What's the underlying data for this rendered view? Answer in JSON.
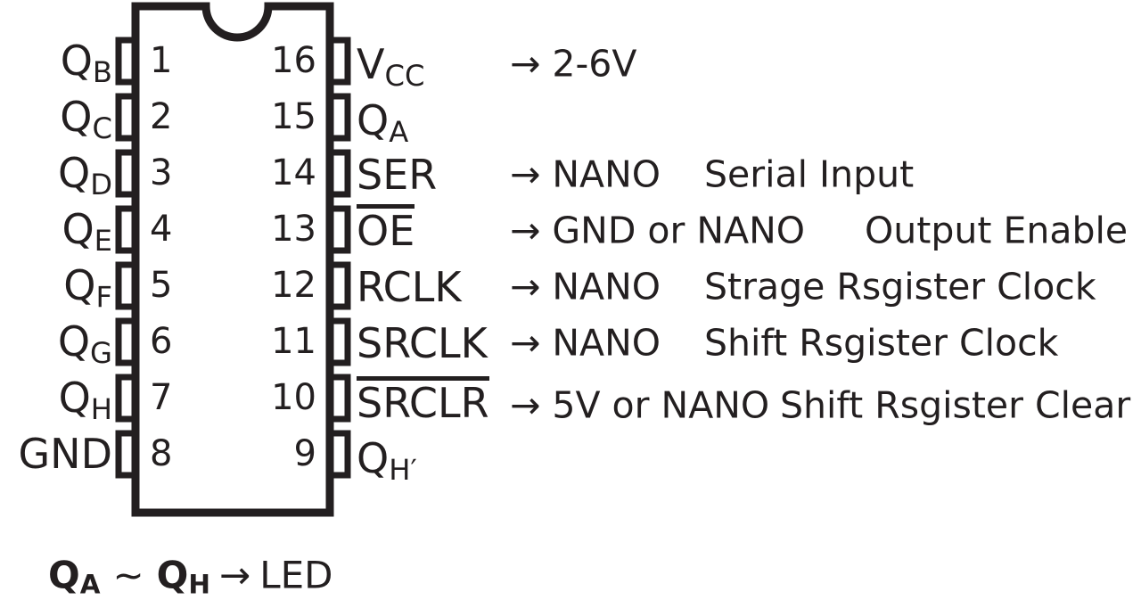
{
  "diagram": {
    "type": "dip-16-pinout",
    "notch": "top-center-semicircle",
    "colors": {
      "background": "#ffffff",
      "outline": "#231f20",
      "text": "#231f20"
    }
  },
  "pins": [
    {
      "number": "1",
      "side": "left",
      "name_base": "Q",
      "name_sub": "B",
      "active_low": false
    },
    {
      "number": "2",
      "side": "left",
      "name_base": "Q",
      "name_sub": "C",
      "active_low": false
    },
    {
      "number": "3",
      "side": "left",
      "name_base": "Q",
      "name_sub": "D",
      "active_low": false
    },
    {
      "number": "4",
      "side": "left",
      "name_base": "Q",
      "name_sub": "E",
      "active_low": false
    },
    {
      "number": "5",
      "side": "left",
      "name_base": "Q",
      "name_sub": "F",
      "active_low": false
    },
    {
      "number": "6",
      "side": "left",
      "name_base": "Q",
      "name_sub": "G",
      "active_low": false
    },
    {
      "number": "7",
      "side": "left",
      "name_base": "Q",
      "name_sub": "H",
      "active_low": false
    },
    {
      "number": "8",
      "side": "left",
      "name_base": "GND",
      "name_sub": "",
      "active_low": false
    },
    {
      "number": "9",
      "side": "right",
      "name_base": "Q",
      "name_sub": "H",
      "prime": true,
      "active_low": false
    },
    {
      "number": "10",
      "side": "right",
      "name_base": "SRCLR",
      "name_sub": "",
      "active_low": true
    },
    {
      "number": "11",
      "side": "right",
      "name_base": "SRCLK",
      "name_sub": "",
      "active_low": false
    },
    {
      "number": "12",
      "side": "right",
      "name_base": "RCLK",
      "name_sub": "",
      "active_low": false
    },
    {
      "number": "13",
      "side": "right",
      "name_base": "OE",
      "name_sub": "",
      "active_low": true
    },
    {
      "number": "14",
      "side": "right",
      "name_base": "SER",
      "name_sub": "",
      "active_low": false
    },
    {
      "number": "15",
      "side": "right",
      "name_base": "Q",
      "name_sub": "A",
      "active_low": false
    },
    {
      "number": "16",
      "side": "right",
      "name_base": "V",
      "name_sub": "CC",
      "active_low": false
    }
  ],
  "left_labels": [
    {
      "base": "Q",
      "sub": "B"
    },
    {
      "base": "Q",
      "sub": "C"
    },
    {
      "base": "Q",
      "sub": "D"
    },
    {
      "base": "Q",
      "sub": "E"
    },
    {
      "base": "Q",
      "sub": "F"
    },
    {
      "base": "Q",
      "sub": "G"
    },
    {
      "base": "Q",
      "sub": "H"
    },
    {
      "base": "GND",
      "sub": ""
    }
  ],
  "left_numbers": [
    "1",
    "2",
    "3",
    "4",
    "5",
    "6",
    "7",
    "8"
  ],
  "right_numbers": [
    "16",
    "15",
    "14",
    "13",
    "12",
    "11",
    "10",
    "9"
  ],
  "right_rows": [
    {
      "name_base": "V",
      "name_sub": "CC",
      "overline": false,
      "prime": false,
      "connection": "→ 2-6V",
      "description": "",
      "desc_shift": false
    },
    {
      "name_base": "Q",
      "name_sub": "A",
      "overline": false,
      "prime": false,
      "connection": "",
      "description": "",
      "desc_shift": false
    },
    {
      "name_base": "SER",
      "name_sub": "",
      "overline": false,
      "prime": false,
      "connection": "→ NANO",
      "description": "Serial Input",
      "desc_shift": false
    },
    {
      "name_base": "OE",
      "name_sub": "",
      "overline": true,
      "prime": false,
      "connection": "→ GND or NANO",
      "description": "Output Enable",
      "desc_shift": true
    },
    {
      "name_base": "RCLK",
      "name_sub": "",
      "overline": false,
      "prime": false,
      "connection": "→ NANO",
      "description": "Strage Rsgister Clock",
      "desc_shift": false
    },
    {
      "name_base": "SRCLK",
      "name_sub": "",
      "overline": false,
      "prime": false,
      "connection": "→ NANO",
      "description": "Shift Rsgister Clock",
      "desc_shift": false
    },
    {
      "name_base": "SRCLR",
      "name_sub": "",
      "overline": true,
      "prime": false,
      "connection": "→ 5V or NANO",
      "description": "Shift Rsgister Clear",
      "desc_shift": false
    },
    {
      "name_base": "Q",
      "name_sub": "H",
      "overline": false,
      "prime": true,
      "connection": "",
      "description": "",
      "desc_shift": false
    }
  ],
  "summary": {
    "first_base": "Q",
    "first_sub": "A",
    "separator": "~",
    "second_base": "Q",
    "second_sub": "H",
    "arrow": "→",
    "target": "LED"
  }
}
